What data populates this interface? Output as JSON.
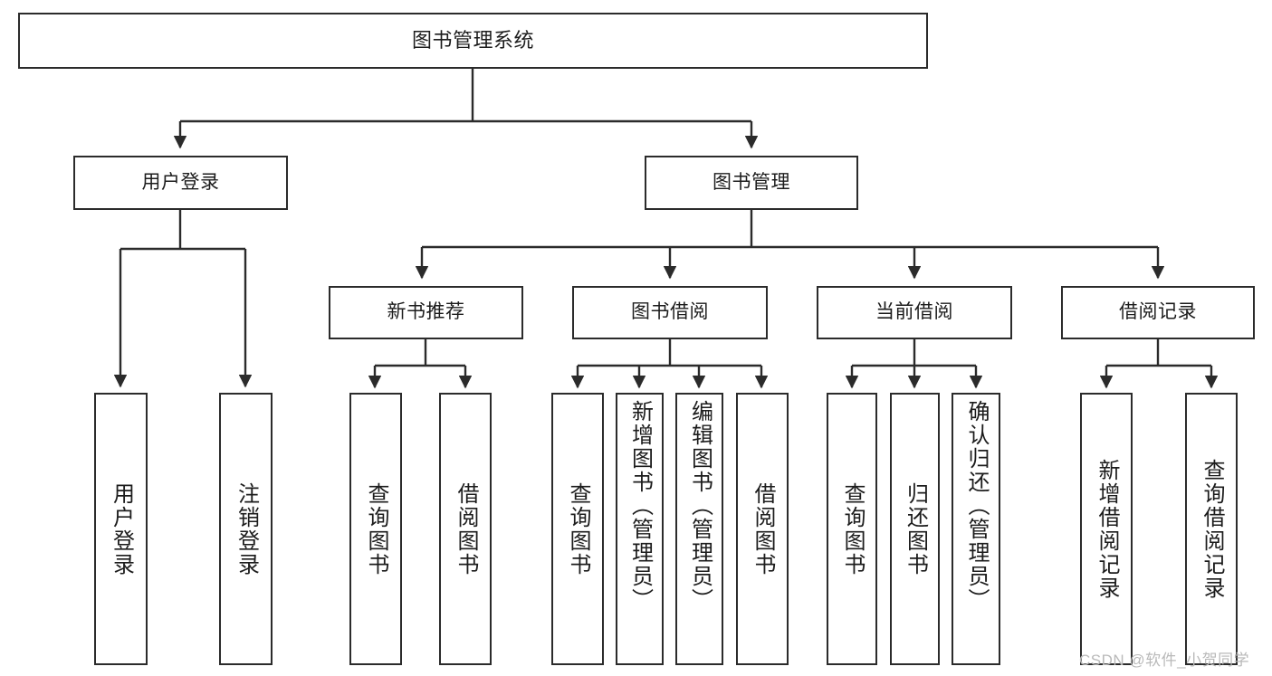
{
  "diagram": {
    "type": "tree",
    "title": "图书管理系统",
    "watermark": "CSDN @软件_小贺同学",
    "colors": {
      "stroke": "#2b2b2b",
      "background": "#ffffff",
      "text": "#1c1c1c",
      "watermark": "#b9b9b9"
    },
    "nodes": {
      "root": {
        "label": "图书管理系统"
      },
      "level2": [
        {
          "label": "用户登录"
        },
        {
          "label": "图书管理"
        }
      ],
      "level3": [
        {
          "label": "新书推荐"
        },
        {
          "label": "图书借阅"
        },
        {
          "label": "当前借阅"
        },
        {
          "label": "借阅记录"
        }
      ],
      "leaves_user_login": [
        {
          "label": "用户登录"
        },
        {
          "label": "注销登录"
        }
      ],
      "leaves_new_book": [
        {
          "label": "查询图书"
        },
        {
          "label": "借阅图书"
        }
      ],
      "leaves_borrow": [
        {
          "label": "查询图书"
        },
        {
          "label": "新增图书（管理员）"
        },
        {
          "label": "编辑图书（管理员）"
        },
        {
          "label": "借阅图书"
        }
      ],
      "leaves_current": [
        {
          "label": "查询图书"
        },
        {
          "label": "归还图书"
        },
        {
          "label": "确认归还（管理员）"
        }
      ],
      "leaves_records": [
        {
          "label": "新增借阅记录"
        },
        {
          "label": "查询借阅记录"
        }
      ]
    }
  }
}
